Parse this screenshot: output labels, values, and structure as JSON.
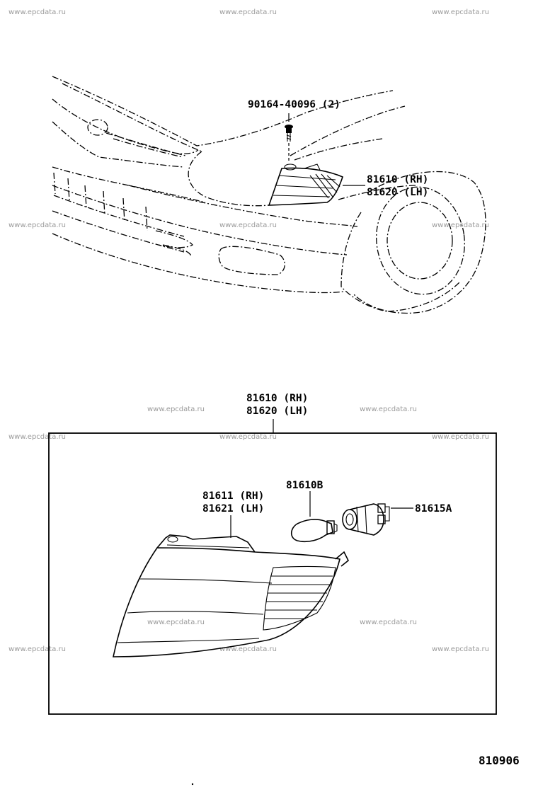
{
  "watermark_text": "www.epcdata.ru",
  "upper_view": {
    "screw_label": "90164-40096 (2)",
    "lamp_label_rh": "81610 (RH)",
    "lamp_label_lh": "81620 (LH)"
  },
  "lower_view": {
    "assembly_label_rh": "81610 (RH)",
    "assembly_label_lh": "81620 (LH)",
    "lens_label_rh": "81611 (RH)",
    "lens_label_lh": "81621 (LH)",
    "bulb_label": "81610B",
    "socket_label": "81615A"
  },
  "diagram_code": "810906"
}
